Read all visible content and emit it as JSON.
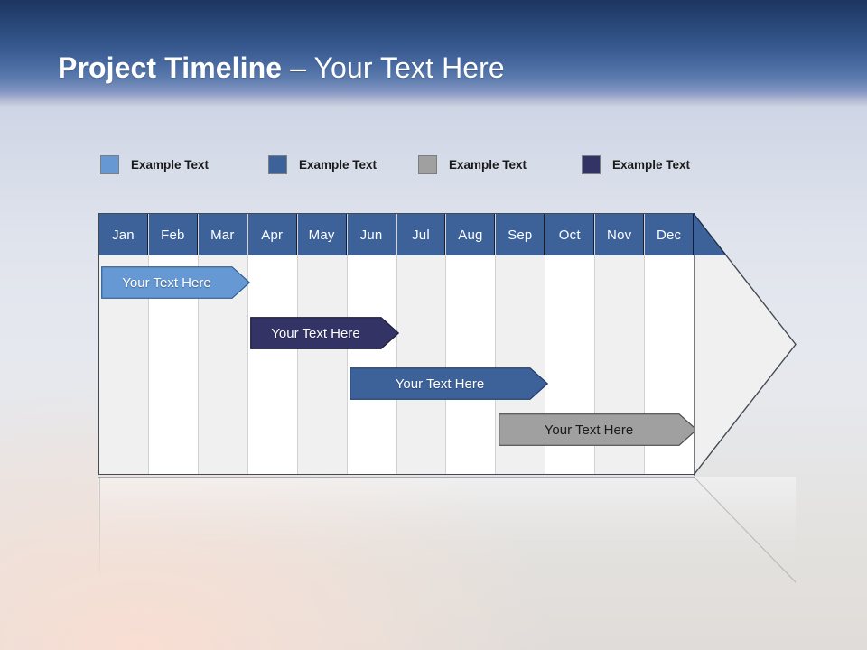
{
  "slide": {
    "title_strong": "Project Timeline",
    "title_light": " – Your Text Here"
  },
  "legend": {
    "items": [
      {
        "label": "Example Text",
        "color": "#6699d4",
        "name": "legend-swatch-light-blue"
      },
      {
        "label": "Example Text",
        "color": "#3d6199",
        "name": "legend-swatch-steel-blue"
      },
      {
        "label": "Example Text",
        "color": "#a0a0a0",
        "name": "legend-swatch-gray"
      },
      {
        "label": "Example Text",
        "color": "#333366",
        "name": "legend-swatch-navy"
      }
    ]
  },
  "timeline": {
    "months": [
      "Jan",
      "Feb",
      "Mar",
      "Apr",
      "May",
      "Jun",
      "Jul",
      "Aug",
      "Sep",
      "Oct",
      "Nov",
      "Dec"
    ],
    "bars": [
      {
        "label": "Your  Text Here",
        "color": "#6699d4",
        "stroke": "#2e5c93",
        "text_on": "dark",
        "start_month": 1,
        "end_month": 4,
        "row": 1
      },
      {
        "label": "Your  Text Here",
        "color": "#333366",
        "stroke": "#1b1b38",
        "text_on": "dark",
        "start_month": 4,
        "end_month": 7,
        "row": 2
      },
      {
        "label": "Your  Text Here",
        "color": "#3d6199",
        "stroke": "#1f3c66",
        "text_on": "dark",
        "start_month": 6,
        "end_month": 10,
        "row": 3
      },
      {
        "label": "Your  Text Here",
        "color": "#a0a0a0",
        "stroke": "#4a4a4a",
        "text_on": "light",
        "start_month": 9,
        "end_month": 13,
        "row": 4
      }
    ]
  },
  "chart_data": {
    "type": "bar",
    "title": "Project Timeline – Your Text Here",
    "xlabel": "",
    "ylabel": "",
    "categories": [
      "Jan",
      "Feb",
      "Mar",
      "Apr",
      "May",
      "Jun",
      "Jul",
      "Aug",
      "Sep",
      "Oct",
      "Nov",
      "Dec"
    ],
    "legend_position": "top",
    "grid": true,
    "series": [
      {
        "name": "Example Text",
        "color": "#6699d4",
        "label": "Your  Text Here",
        "start": "Jan",
        "end": "Apr",
        "start_index": 0,
        "end_index": 3
      },
      {
        "name": "Example Text",
        "color": "#333366",
        "label": "Your  Text Here",
        "start": "Apr",
        "end": "Jun",
        "start_index": 3,
        "end_index": 6
      },
      {
        "name": "Example Text",
        "color": "#3d6199",
        "label": "Your  Text Here",
        "start": "Jun",
        "end": "Sep",
        "start_index": 5,
        "end_index": 9
      },
      {
        "name": "Example Text",
        "color": "#a0a0a0",
        "label": "Your  Text Here",
        "start": "Sep",
        "end": "Dec",
        "start_index": 8,
        "end_index": 12
      }
    ]
  }
}
